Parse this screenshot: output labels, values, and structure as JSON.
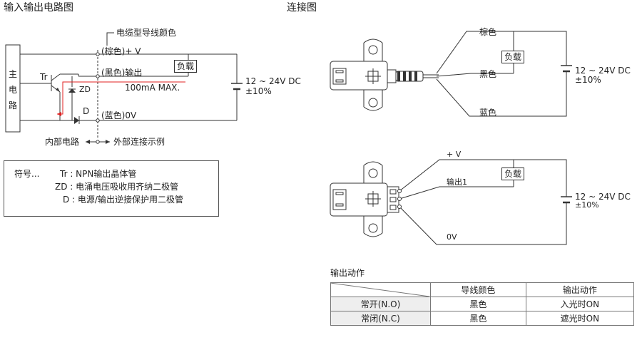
{
  "titles": {
    "io_circuit": "输入输出电路图",
    "connection": "连接图",
    "output_action": "输出动作"
  },
  "io_circuit": {
    "cable_color_label": "电缆型导线颜色",
    "main_circuit_chars": [
      "主",
      "电",
      "路"
    ],
    "brown_plus_v": "(棕色)+ V",
    "black_output": "(黑色)输出",
    "blue_0v": "(蓝色)0V",
    "load": "负载",
    "tr": "Tr",
    "zd": "ZD",
    "d": "D",
    "max_current": "100mA MAX.",
    "supply_voltage": "12 ~ 24V DC",
    "supply_tolerance": "±10%",
    "internal_circuit": "内部电路",
    "external_example": "外部连接示例"
  },
  "legend": {
    "prefix": "符号...",
    "tr_line": "Tr : NPN输出晶体管",
    "zd_line": "ZD : 电涌电压吸收用齐纳二极管",
    "d_line": "D : 电源/输出逆接保护用二极管"
  },
  "connection_cable": {
    "brown": "棕色",
    "black": "黑色",
    "blue": "蓝色",
    "load": "负载",
    "supply_voltage": "12 ~ 24V DC",
    "supply_tolerance": "±10%"
  },
  "connection_connector": {
    "plus_v": "+ V",
    "output1": "输出1",
    "zero_v": "0V",
    "load": "负载",
    "supply_voltage": "12 ~ 24V DC",
    "supply_tolerance": "±10%"
  },
  "output_table": {
    "headers": [
      "",
      "导线颜色",
      "输出动作"
    ],
    "rows": [
      [
        "常开(N.O)",
        "黑色",
        "入光时ON"
      ],
      [
        "常闭(N.C)",
        "黑色",
        "遮光时ON"
      ]
    ]
  },
  "colors": {
    "line": "#333333",
    "red_path": "#e02020",
    "table_header_bg": "#eeeeee"
  }
}
